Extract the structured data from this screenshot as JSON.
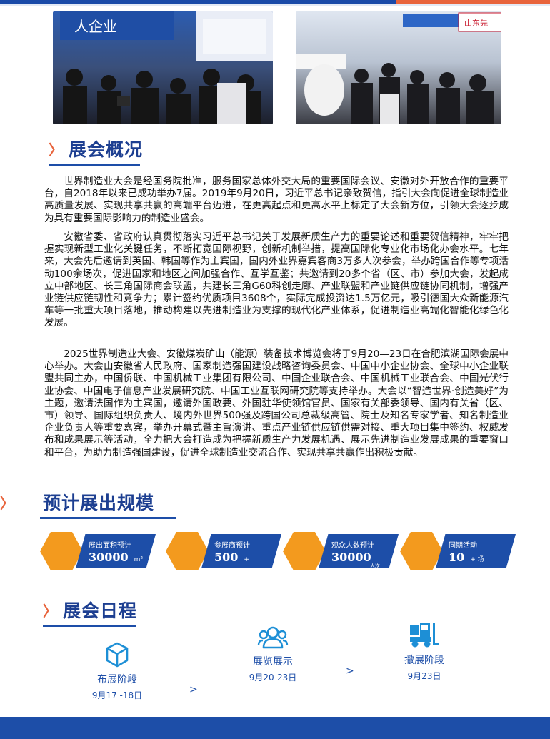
{
  "colors": {
    "brand_blue": "#1d4ea8",
    "accent_orange": "#f39a1e",
    "arrow_orange": "#e8643c"
  },
  "photos": {
    "left_banner_text": "人企业",
    "right_banner_text": "山东先"
  },
  "overview": {
    "chevron": "〉",
    "title": "展会概况",
    "p1": "世界制造业大会是经国务院批准，服务国家总体外交大局的重要国际会议、安徽对外开放合作的重要平台，自2018年以来已成功举办7届。2019年9月20日，习近平总书记亲致贺信，指引大会向促进全球制造业高质量发展、实现共享共赢的高端平台迈进，在更高起点和更高水平上标定了大会新方位，引领大会逐步成为具有重要国际影响力的制造业盛会。",
    "p2": "安徽省委、省政府认真贯彻落实习近平总书记关于发展新质生产力的重要论述和重要贺信精神，牢牢把握实现新型工业化关键任务，不断拓宽国际视野，创新机制举措，提高国际化专业化市场化办会水平。七年来，大会先后邀请到英国、韩国等作为主宾国，国内外业界嘉宾客商3万多人次参会，举办跨国合作等专项活动100余场次，促进国家和地区之间加强合作、互学互鉴；共邀请到20多个省（区、市）参加大会，发起成立中部地区、长三角国际商会联盟，共建长三角G60科创走廊、产业联盟和产业链供应链协同机制，增强产业链供应链韧性和竞争力；累计签约优质项目3608个，实际完成投资达1.5万亿元，吸引德国大众新能源汽车等一批重大项目落地，推动构建以先进制造业为支撑的现代化产业体系，促进制造业高端化智能化绿色化发展。",
    "p3": "2025世界制造业大会、安徽煤炭矿山（能源）装备技术博览会将于9月20—23日在合肥滨湖国际会展中心举办。大会由安徽省人民政府、国家制造强国建设战略咨询委员会、中国中小企业协会、全球中小企业联盟共同主办，中国侨联、中国机械工业集团有限公司、中国企业联合会、中国机械工业联合会、中国光伏行业协会、中国电子信息产业发展研究院、中国工业互联网研究院等支持举办。大会以“智造世界·创造美好”为主题，邀请法国作为主宾国，邀请外国政要、外国驻华使领馆官员、国家有关部委领导、国内有关省（区、市）领导、国际组织负责人、境内外世界500强及跨国公司总裁级高管、院士及知名专家学者、知名制造业企业负责人等重要嘉宾，举办开幕式暨主旨演讲、重点产业链供应链供需对接、重大项目集中签约、权威发布和成果展示等活动，全力把大会打造成为把握新质生产力发展机遇、展示先进制造业发展成果的重要窗口和平台，为助力制造强国建设，促进全球制造业交流合作、实现共享共赢作出积极贡献。"
  },
  "scale": {
    "chevron": "〉",
    "title": "预计展出规模",
    "stats": [
      {
        "label": "展出面积预计",
        "value": "30000",
        "unit": "m²",
        "sub": ""
      },
      {
        "label": "参展商预计",
        "value": "500",
        "unit": "+",
        "sub": ""
      },
      {
        "label": "观众人数预计",
        "value": "30000",
        "unit": "",
        "sub": "人次"
      },
      {
        "label": "同期活动",
        "value": "10",
        "unit": "+ 场",
        "sub": ""
      }
    ]
  },
  "schedule": {
    "chevron": "〉",
    "title": "展会日程",
    "stages": [
      {
        "name": "布展阶段",
        "date": "9月17 -18日",
        "icon": "box-icon"
      },
      {
        "name": "展览展示",
        "date": "9月20-23日",
        "icon": "people-icon"
      },
      {
        "name": "撤展阶段",
        "date": "9月23日",
        "icon": "forklift-icon"
      }
    ],
    "arrow": ">"
  }
}
